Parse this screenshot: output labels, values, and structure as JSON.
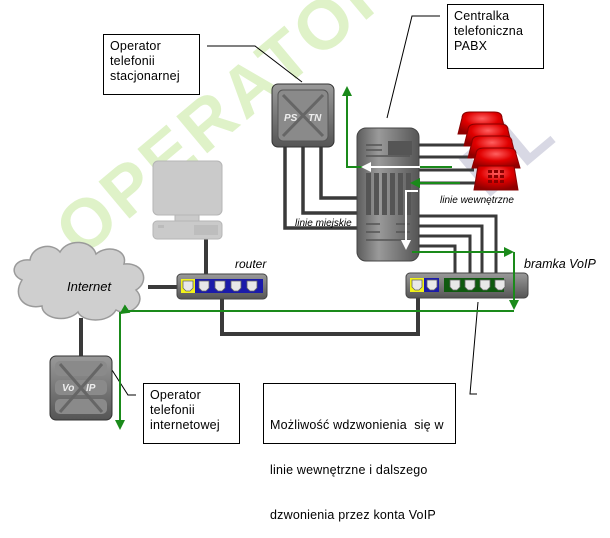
{
  "watermark": {
    "main_text": "OPERATOREK",
    "suffix_text": "PL",
    "main_color": "#dff2c8",
    "suffix_color": "#d9d9e6"
  },
  "colors": {
    "cable": "#3a3a3a",
    "arrow_green": "#1a8a1a",
    "arrow_white": "#ffffff",
    "phone_red": "#e00000",
    "router_blue": "#1b1baa",
    "port_yellow": "#f2f21a",
    "gateway_green": "#0f5a0f"
  },
  "callouts": {
    "operator_stacjonarny": [
      "Operator",
      "telefonii",
      "stacjonarnej"
    ],
    "centralka": [
      "Centralka",
      "telefoniczna",
      "PABX"
    ],
    "operator_internetowy": [
      "Operator",
      "telefonii",
      "internetowej"
    ],
    "mozliwosc": [
      "Możliwość wdzwonienia  się w",
      "linie wewnętrzne i dalszego",
      "dzwonienia przez konta VoIP"
    ]
  },
  "labels": {
    "internet": "Internet",
    "router": "router",
    "bramka": "bramka VoIP",
    "linie_miejskie": "linie miejskie",
    "linie_wewnetrzne": "linie wewnętrzne",
    "pstn_left": "PS",
    "pstn_right": "TN",
    "voip_left": "Vo",
    "voip_right": "IP"
  }
}
